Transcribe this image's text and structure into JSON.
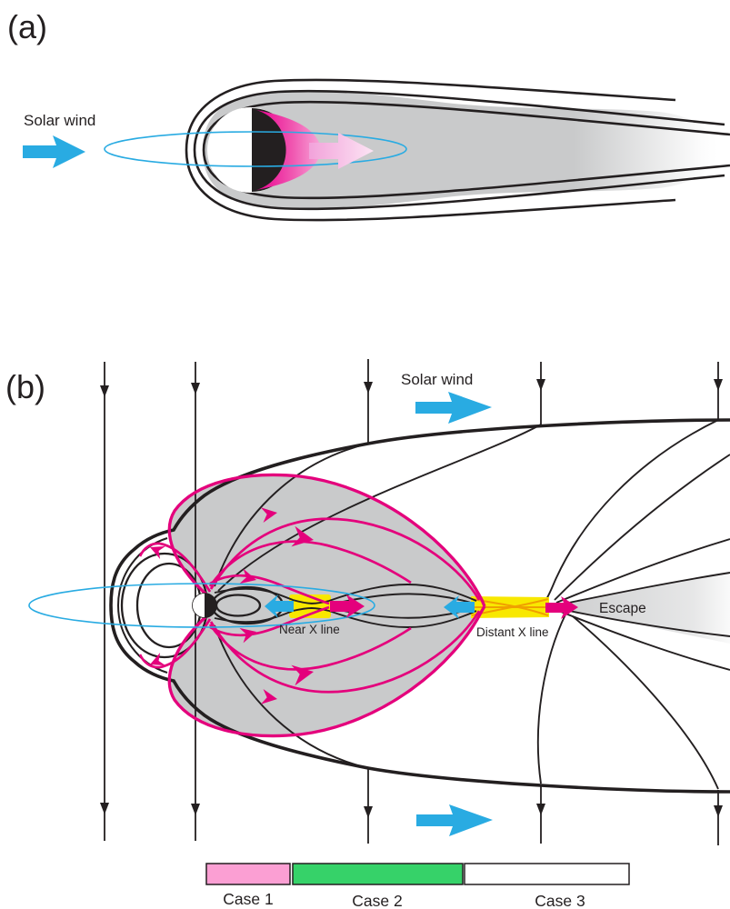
{
  "panel_a": {
    "label": "(a)",
    "solar_wind_label": "Solar wind"
  },
  "panel_b": {
    "label": "(b)",
    "solar_wind_label": "Solar wind",
    "near_x_label": "Near X line",
    "distant_x_label": "Distant X line",
    "escape_label": "Escape"
  },
  "legend": {
    "items": [
      {
        "label": "Case 1",
        "color": "#FB9FD3"
      },
      {
        "label": "Case 2",
        "color": "#36D269"
      },
      {
        "label": "Case 3",
        "color": "#FFFFFF"
      }
    ]
  },
  "colors": {
    "line_black": "#231F20",
    "magenta": "#E4007C",
    "light_pink_arrow": "#F6BCE5",
    "solar_wind_blue": "#29ABE2",
    "tail_gray": "#C9CACB",
    "xline_yellow": "#F8E800",
    "xline_orange": "#F0A000"
  }
}
